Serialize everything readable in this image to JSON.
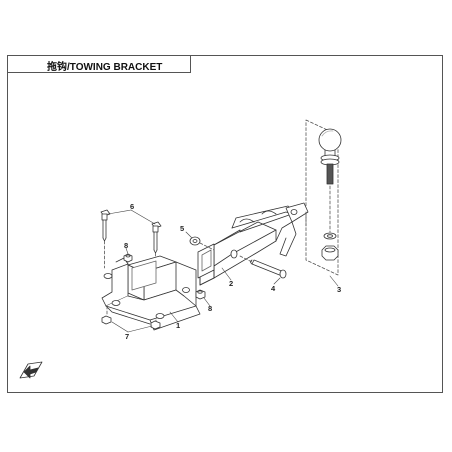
{
  "title": "拖钩/TOWING BRACKET",
  "callouts": [
    {
      "id": "1",
      "text": "1"
    },
    {
      "id": "2",
      "text": "2"
    },
    {
      "id": "3",
      "text": "3"
    },
    {
      "id": "4",
      "text": "4"
    },
    {
      "id": "5",
      "text": "5"
    },
    {
      "id": "6",
      "text": "6"
    },
    {
      "id": "7",
      "text": "7"
    },
    {
      "id": "8a",
      "text": "8"
    },
    {
      "id": "8b",
      "text": "8"
    }
  ],
  "colors": {
    "line": "#333333",
    "light": "#9a9a9a",
    "dash": "#555555"
  },
  "icons": [
    "forward-direction-icon"
  ]
}
